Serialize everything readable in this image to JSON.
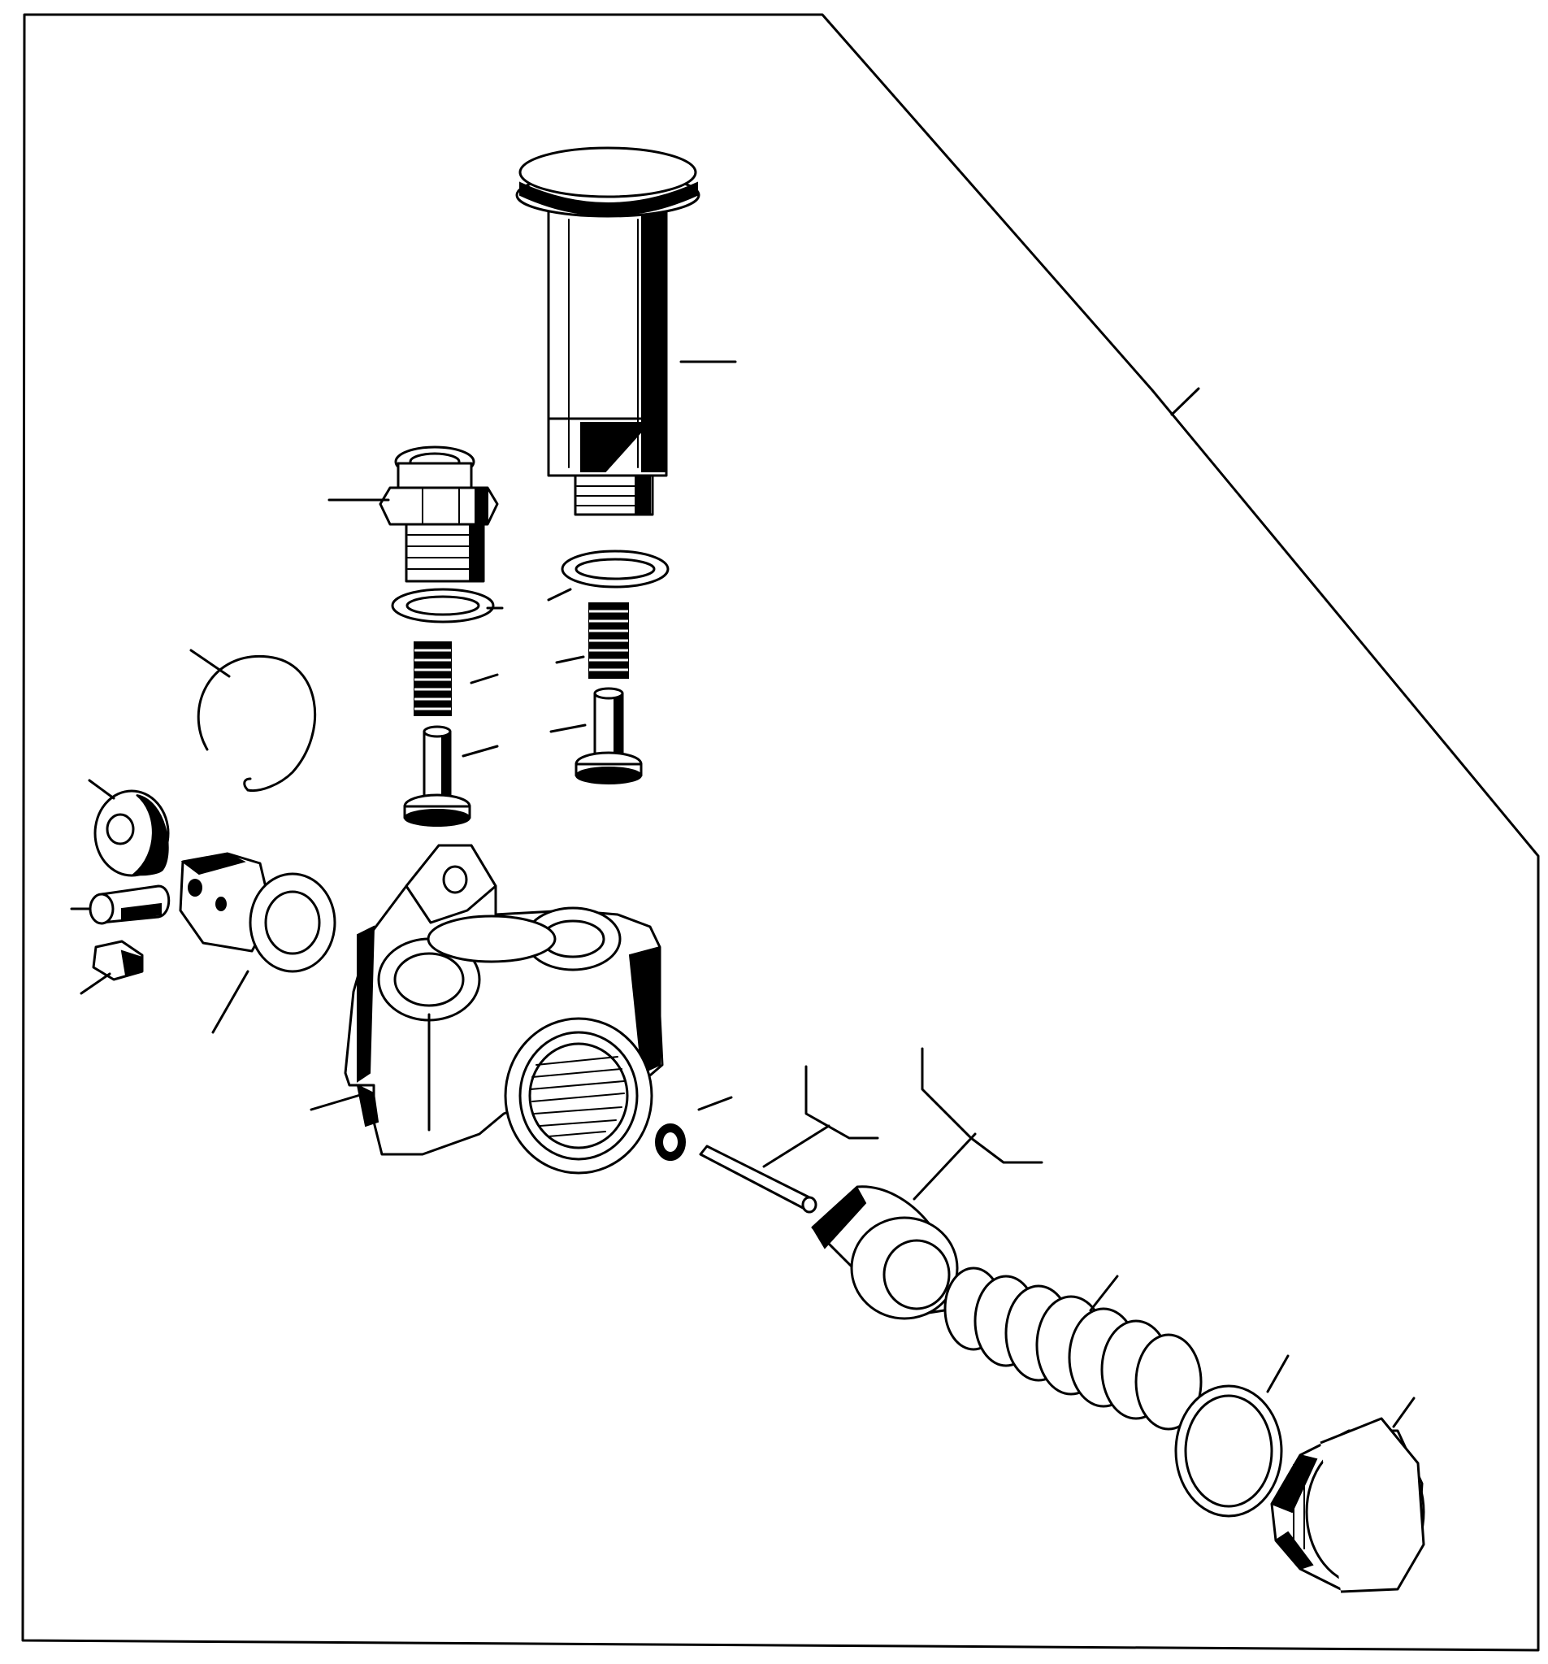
{
  "diagram": {
    "kind": "exploded-parts-drawing",
    "stroke_color": "#000000",
    "background_color": "#ffffff",
    "parts": [
      {
        "id": "hand-primer-pump"
      },
      {
        "id": "banjo-fitting"
      },
      {
        "id": "upper-seal-ring-left"
      },
      {
        "id": "upper-seal-ring-right"
      },
      {
        "id": "valve-spring-left"
      },
      {
        "id": "valve-spring-right"
      },
      {
        "id": "valve-left"
      },
      {
        "id": "valve-right"
      },
      {
        "id": "snap-ring"
      },
      {
        "id": "roller"
      },
      {
        "id": "roller-pin"
      },
      {
        "id": "lock-block"
      },
      {
        "id": "tappet"
      },
      {
        "id": "pump-housing"
      },
      {
        "id": "small-o-ring"
      },
      {
        "id": "push-rod"
      },
      {
        "id": "piston"
      },
      {
        "id": "piston-spring"
      },
      {
        "id": "plug-gasket"
      },
      {
        "id": "hex-plug"
      }
    ]
  }
}
